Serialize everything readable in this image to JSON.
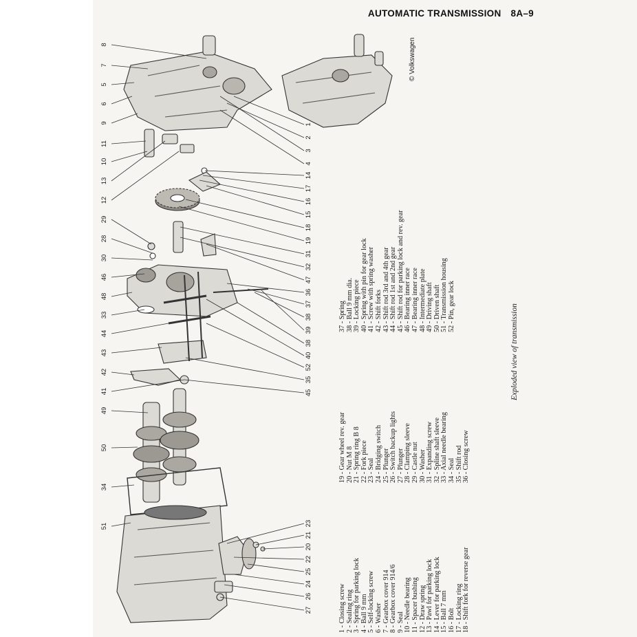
{
  "header": {
    "title": "AUTOMATIC TRANSMISSION",
    "page_number": "8A–9"
  },
  "copyright": "© Volkswagen",
  "caption": "Exploded view of transmission",
  "legend": {
    "col1": [
      "1 - Closing screw",
      "2 - Sealing ring",
      "3 - Spring for parking lock",
      "4 - Ball 9 mm",
      "5 - Self-locking screw",
      "6 - Washer",
      "7 - Gearbox cover 914",
      "8 - Gearbox cover 914/6",
      "9 - Seal",
      "10 - Needle bearing",
      "11 - Spacer bushing",
      "12 - Draw spring",
      "13 - Pawl for parking lock",
      "14 - Lever for parking lock",
      "15 - Ball 7 mm",
      "16 - Bolt",
      "17 - Locking ring",
      "18 - Shift fork for reverse gear"
    ],
    "col2": [
      "19 - Gear wheel rev. gear",
      "20 - Nut M 8",
      "21 - Spring ring B 8",
      "22 - Fork piece",
      "23 - Seal",
      "24 - Bridging switch",
      "25 - Plunger",
      "26 - Switch backup lights",
      "27 - Plunger",
      "28 - Clamping sleeve",
      "29 - Castle nut",
      "30 - Washer",
      "31 - Expanding screw",
      "32 - Spline shaft sleeve",
      "33 - Axial needle bearing",
      "34 - Seal",
      "35 - Shift rod",
      "36 - Closing screw"
    ],
    "col3": [
      "37 - Spring",
      "38 - Ball 9 mm dia.",
      "39 - Locking piece",
      "40 - Spring with pin for gear lock",
      "41 - Screw with spring washer",
      "42 - Shift forks",
      "43 - Shift rod 3rd and 4th gear",
      "44 - Shift rod 1st and 2nd gear",
      "45 - Shift rod for parking lock and rev. gear",
      "46 - Bearing inner race",
      "47 - Bearing inner race",
      "48 - Intermediate plate",
      "49 - Driving shaft",
      "50 - Driven shaft",
      "51 - Transmission housing",
      "52 - Pin, gear lock"
    ]
  },
  "callouts": {
    "left": [
      "8",
      "7",
      "5",
      "6",
      "9",
      "11",
      "10",
      "13",
      "12",
      "29",
      "28",
      "30",
      "46",
      "48",
      "33",
      "44",
      "43",
      "42",
      "41",
      "49",
      "50",
      "34",
      "51"
    ],
    "right": [
      "1",
      "2",
      "3",
      "4",
      "14",
      "17",
      "16",
      "15",
      "18",
      "19",
      "31",
      "32",
      "47",
      "36",
      "37",
      "38",
      "39",
      "38",
      "40",
      "52",
      "35",
      "45",
      "23",
      "21",
      "20",
      "22",
      "25",
      "24",
      "26",
      "27"
    ]
  }
}
